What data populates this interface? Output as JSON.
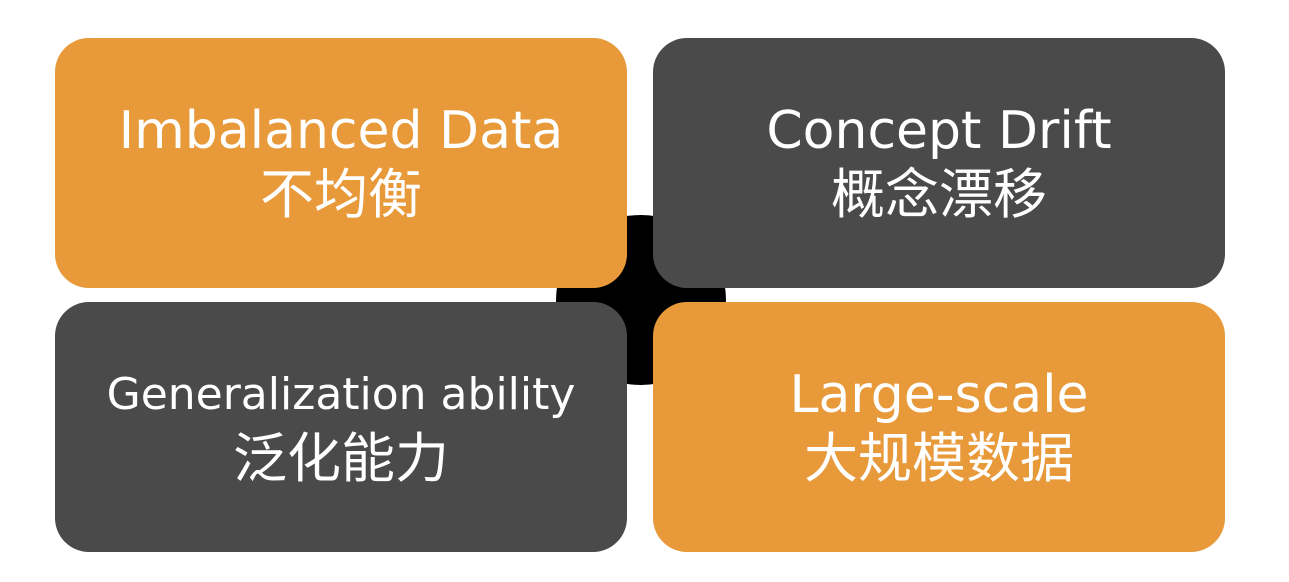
{
  "tiles": [
    {
      "en": "Imbalanced Data",
      "zh": "不均衡",
      "color": "#e8993a"
    },
    {
      "en": "Concept Drift",
      "zh": "概念漂移",
      "color": "#4a4a4a"
    },
    {
      "en": "Generalization ability",
      "zh": "泛化能力",
      "color": "#4a4a4a"
    },
    {
      "en": "Large-scale",
      "zh": "大规模数据",
      "color": "#e8993a"
    }
  ],
  "center_color": "#000000",
  "text_color": "#ffffff"
}
